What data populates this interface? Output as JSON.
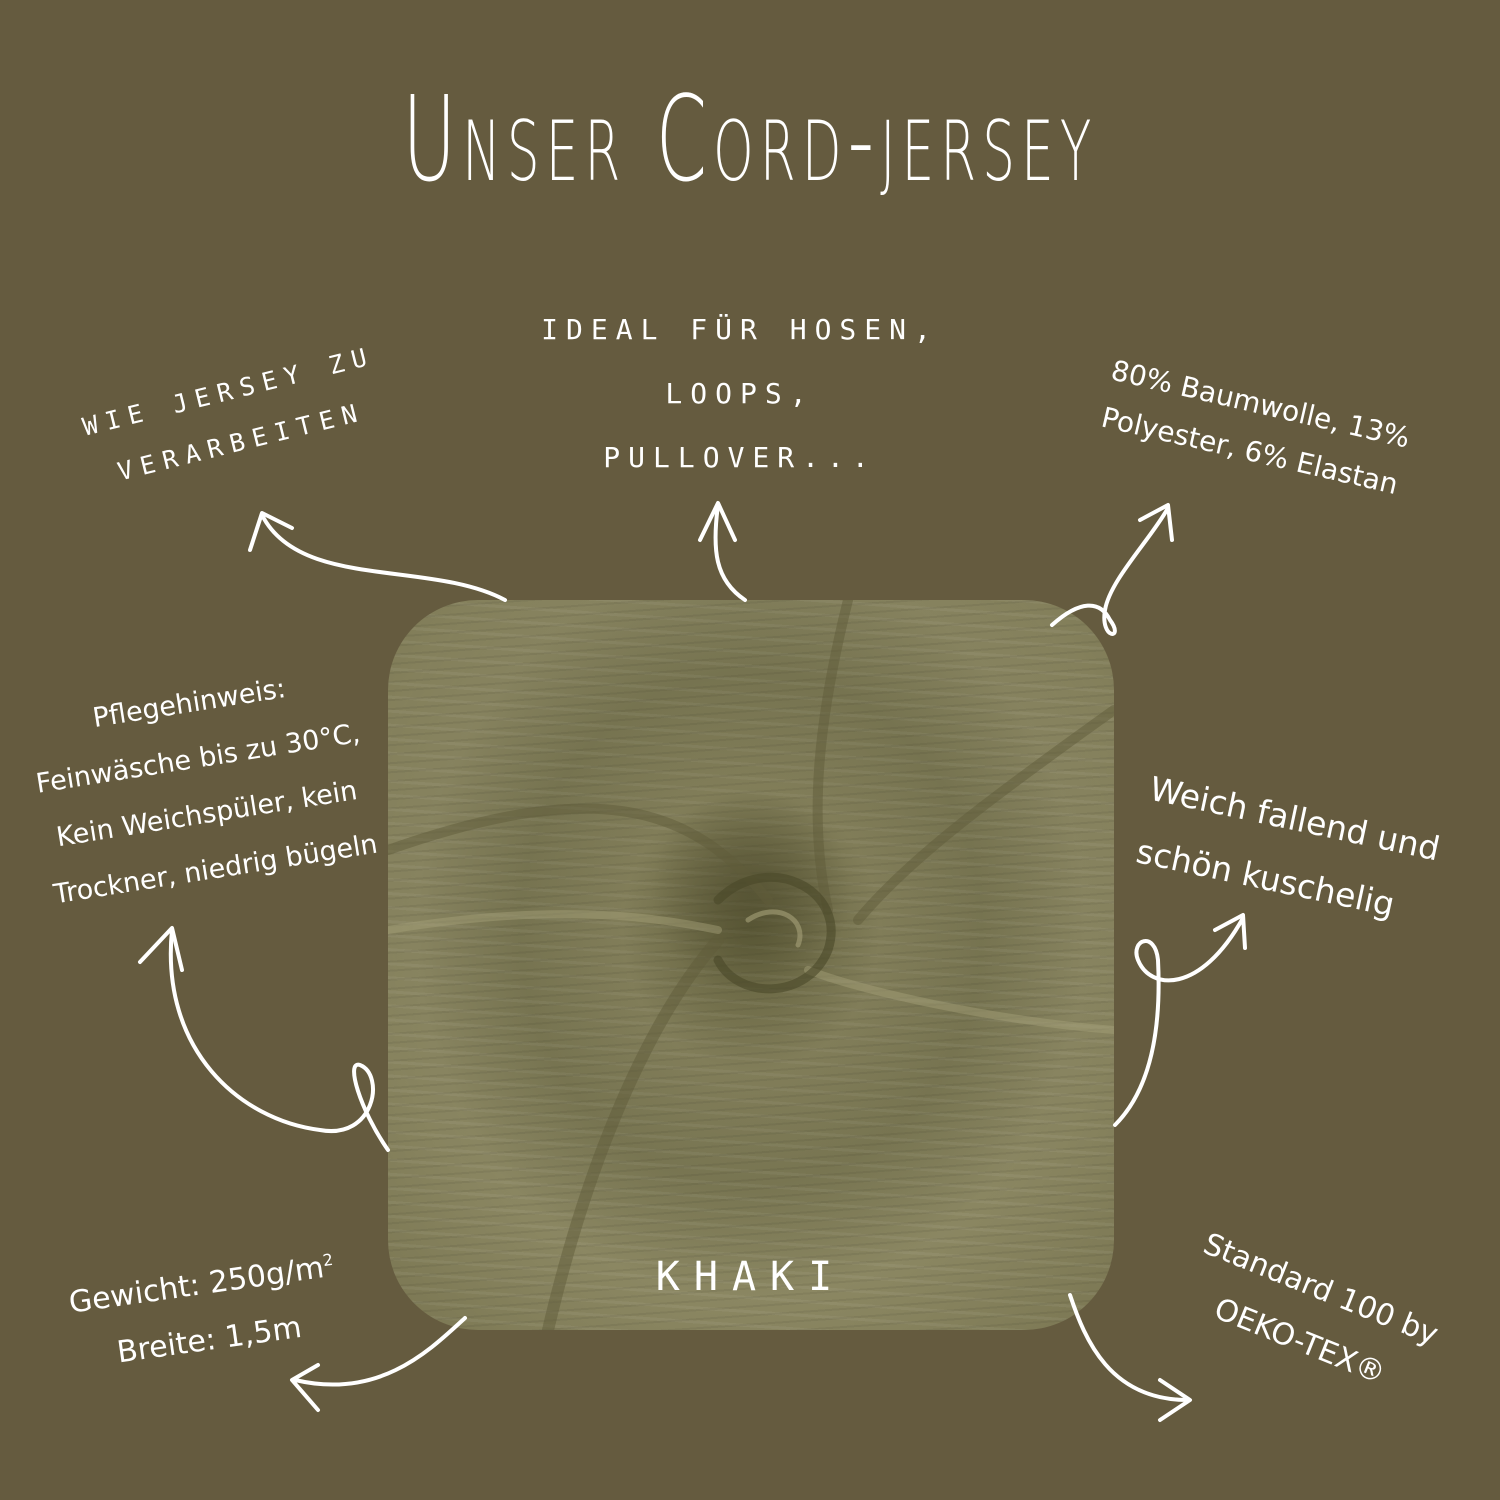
{
  "title": "Unser Cord-jersey",
  "features": {
    "verarbeitung": "WIE JERSEY ZU VERARBEITEN",
    "verarbeitung_lines": [
      "WIE JERSEY ZU",
      "VERARBEITEN"
    ],
    "ideal_lines": [
      "IDEAL FÜR HOSEN,",
      "LOOPS,",
      "PULLOVER..."
    ],
    "material_lines": [
      "80% Baumwolle, 13%",
      "Polyester, 6% Elastan"
    ],
    "pflege_lines": [
      "Pflegehinweis:",
      "Feinwäsche bis zu 30°C,",
      "Kein Weichspüler, kein",
      "Trockner, niedrig bügeln"
    ],
    "weich_lines": [
      "Weich fallend und",
      "schön kuschelig"
    ],
    "gewicht_line": "Gewicht: 250g/m",
    "gewicht_sup": "2",
    "breite_line": "Breite: 1,5m",
    "oeko_lines": [
      "Standard 100 by",
      "OEKO-TEX®"
    ]
  },
  "photo": {
    "label": "KHAKI",
    "alt": "khaki cord jersey fabric swirl"
  },
  "colors": {
    "background": "#655b3f",
    "fabric": "#8a8660",
    "text": "#ffffff"
  }
}
